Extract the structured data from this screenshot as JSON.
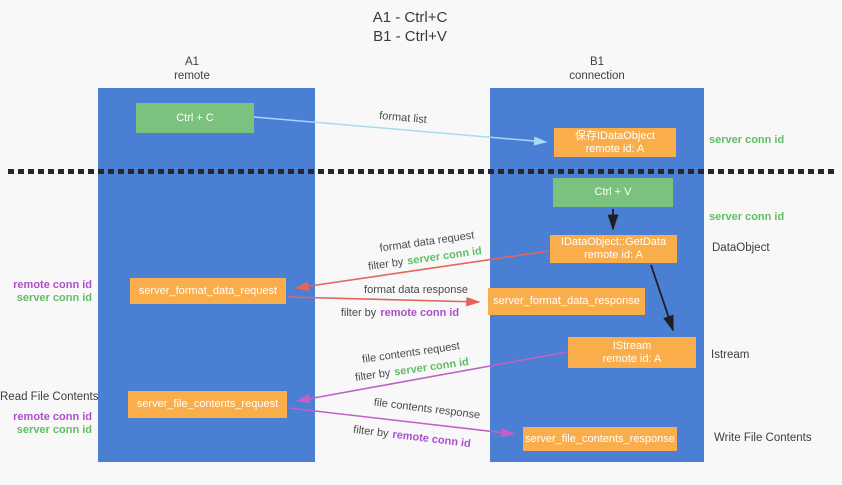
{
  "title": {
    "line1": "A1 - Ctrl+C",
    "line2": "B1 - Ctrl+V"
  },
  "lanes": {
    "left": {
      "name": "A1",
      "role": "remote"
    },
    "right": {
      "name": "B1",
      "role": "connection"
    }
  },
  "nodes": {
    "ctrl_c": "Ctrl + C",
    "ctrl_v": "Ctrl + V",
    "save_dataobject": {
      "line1": "保存IDataObject",
      "line2": "remote id: A"
    },
    "getdata": {
      "line1": "IDataObject::GetData",
      "line2": "remote id: A"
    },
    "istream": {
      "line1": "IStream",
      "line2": "remote id: A"
    },
    "server_format_data_request": "server_format_data_request",
    "server_format_data_response": "server_format_data_response",
    "server_file_contents_request": "server_file_contents_request",
    "server_file_contents_response": "server_file_contents_response"
  },
  "edge_labels": {
    "format_list": "format list",
    "format_data_request": "format data request",
    "format_data_response": "format data response",
    "file_contents_request": "file contents request",
    "file_contents_response": "file contents response"
  },
  "annotations": {
    "filter_by": "filter by",
    "server_conn_id": "server conn id",
    "remote_conn_id": "remote conn id",
    "dataobject": "DataObject",
    "istream": "Istream",
    "read_file_contents": "Read File Contents",
    "write_file_contents": "Write File Contents"
  },
  "colors": {
    "lane_blue": "#4a7fd4",
    "box_green": "#7ac27e",
    "box_orange": "#f9ae4b",
    "arrow_red": "#e5645c",
    "arrow_magenta": "#c061c6",
    "arrow_lightblue": "#a9d9f4",
    "arrow_black": "#1f1f1f",
    "text_green": "#62bd66",
    "text_purple": "#ad4fc9"
  }
}
